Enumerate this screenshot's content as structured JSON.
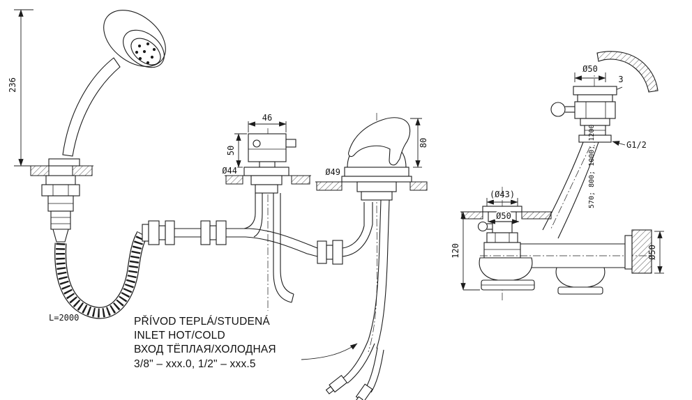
{
  "page": {
    "background": "#ffffff",
    "line_color": "#1c1c1c"
  },
  "drawing": {
    "front_view": {
      "dim_height_shower": "236",
      "hose_length": "L=2000",
      "dim_valve_width": "46",
      "dim_valve_height": "50",
      "dia_valve_base": "Ø44",
      "dia_mixer_base": "Ø49",
      "dim_mixer_height": "80",
      "inlet_note_line1": "PŘÍVOD TEPLÁ/STUDENÁ",
      "inlet_note_line2": "INLET HOT/COLD",
      "inlet_note_line3": "ВХОД ТЁПЛАЯ/ХОЛОДНАЯ",
      "inlet_note_line4": "3/8\" – xxx.0, 1/2\" – xxx.5"
    },
    "side_view": {
      "dia_overflow": "Ø50",
      "dim_rim_gap": "3",
      "thread_size": "G1/2",
      "pull_rod_lengths": "570; 800; 1000; 1200",
      "dia_drain_hole": "(Ø43)",
      "dia_drain_body": "Ø50",
      "dim_drain_depth": "120",
      "dia_outlet_pipe": "Ø50"
    }
  }
}
